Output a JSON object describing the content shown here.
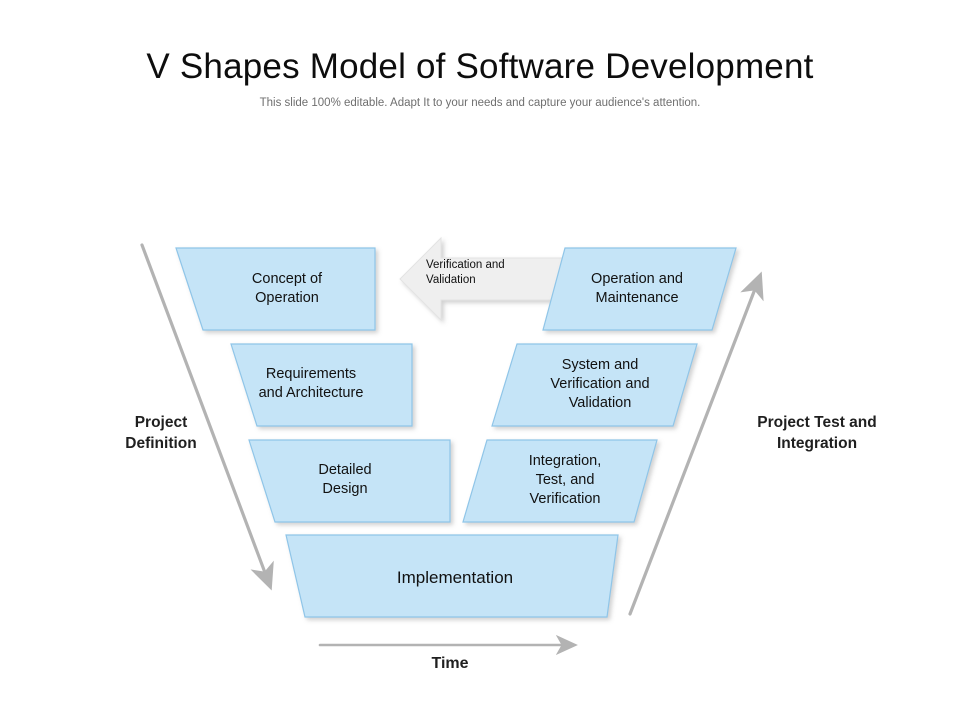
{
  "slide": {
    "title": "V Shapes Model of Software Development",
    "subtitle": "This slide 100% editable. Adapt It to your needs and capture your audience's attention."
  },
  "colors": {
    "shape_fill": "#C5E4F7",
    "shape_fill_light": "#D4EAFA",
    "shape_stroke": "#8FC5E8",
    "arrow_gray": "#B3B3B3",
    "callout_fill": "#EFEFEF",
    "callout_stroke": "#E2E2E2",
    "text_dark": "#111111",
    "subtitle_gray": "#6F6F6F"
  },
  "left_branch": {
    "caption": "Project\nDefinition",
    "stages": [
      {
        "id": "concept-of-operation",
        "label": "Concept of\nOperation"
      },
      {
        "id": "requirements-and-architecture",
        "label": "Requirements\nand Architecture"
      },
      {
        "id": "detailed-design",
        "label": "Detailed\nDesign"
      }
    ]
  },
  "right_branch": {
    "caption": "Project Test and\nIntegration",
    "stages": [
      {
        "id": "operation-and-maintenance",
        "label": "Operation and\nMaintenance"
      },
      {
        "id": "system-verification-and-validation",
        "label": "System and\nVerification and\nValidation"
      },
      {
        "id": "integration-test-and-verification",
        "label": "Integration,\nTest, and\nVerification"
      }
    ]
  },
  "bottom_stage": {
    "id": "implementation",
    "label": "Implementation"
  },
  "callout": {
    "label": "Verification and\nValidation",
    "direction": "left"
  },
  "time_axis": {
    "label": "Time",
    "direction": "right"
  }
}
